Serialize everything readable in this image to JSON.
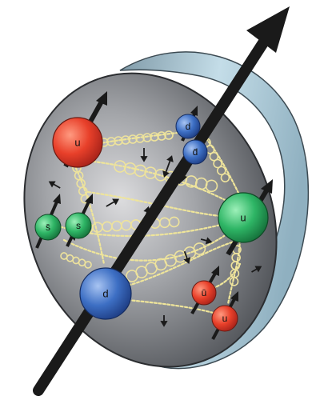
{
  "diagram": {
    "quarks": {
      "u_top_left": "u",
      "d_top": "d",
      "dbar_top": "d̄",
      "u_right": "u",
      "sbar": "s̄",
      "s": "s",
      "d_bottom": "d",
      "ubar_bottom": "ū",
      "u_bottom": "u"
    },
    "colors": {
      "red": "#e8402a",
      "green": "#2eb565",
      "blue": "#3d6fc4",
      "gluon": "#efe59a",
      "disk_face": "#8c8f94",
      "disk_rim": "#a9c8d8",
      "spin_arrow": "#1a1a1a"
    },
    "icons": {
      "spin": "arrow-icon",
      "gluon": "gluon-spring-icon"
    }
  }
}
